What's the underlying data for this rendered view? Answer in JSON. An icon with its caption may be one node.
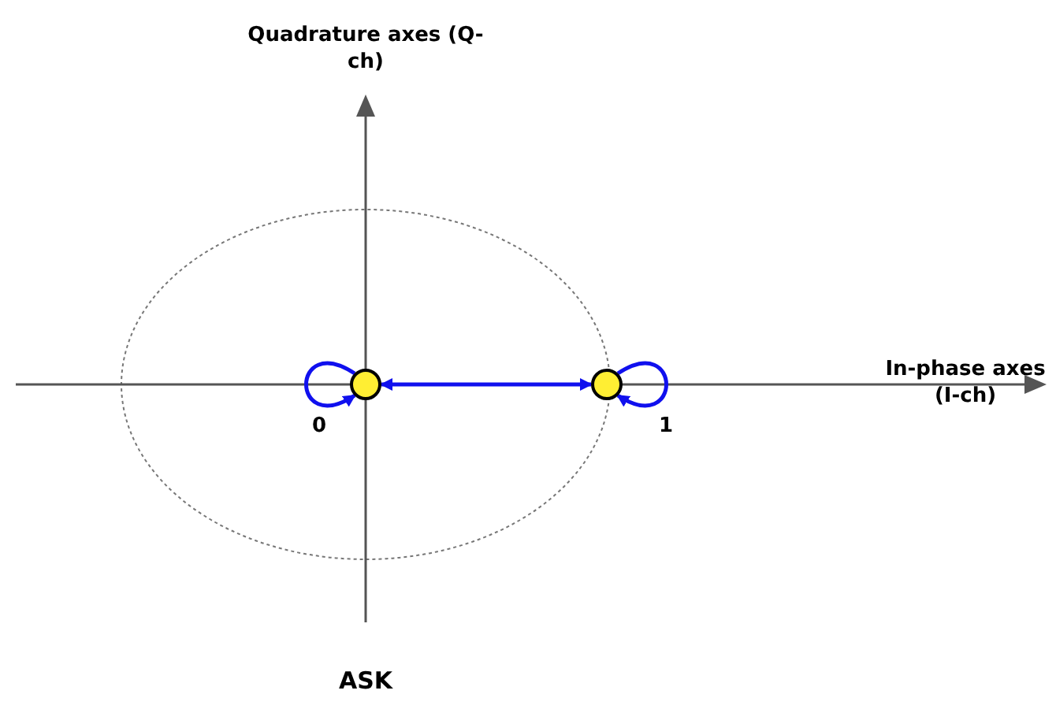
{
  "diagram": {
    "caption": "ASK",
    "nodes": [
      {
        "text": [],
        "shape": "circle",
        "beside": [
          "0"
        ]
      },
      {
        "text": [],
        "shape": "circle",
        "beside": [
          "1"
        ]
      }
    ],
    "edges": [
      {
        "from": 0,
        "to": 0,
        "arrow": "to"
      },
      {
        "from": 0,
        "to": 1,
        "arrow": "both"
      },
      {
        "from": 1,
        "to": 1,
        "arrow": "to"
      }
    ],
    "labels": [
      "Quadrature axes (Q-ch)",
      "In-phase axes (I-ch)"
    ]
  }
}
